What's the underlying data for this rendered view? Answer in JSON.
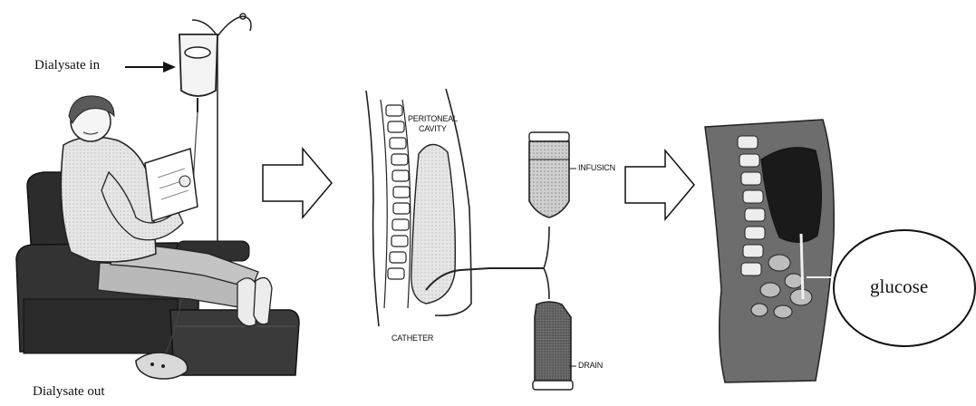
{
  "labels": {
    "dialysate_in": "Dialysate in",
    "dialysate_out": "Dialysate  out",
    "peritoneal_cavity_line1": "PERITONEAL",
    "peritoneal_cavity_line2": "CAVITY",
    "infusion": "INFUSICN",
    "catheter": "CATHETER",
    "drain": "DRAIN",
    "glucose": "glucose"
  }
}
